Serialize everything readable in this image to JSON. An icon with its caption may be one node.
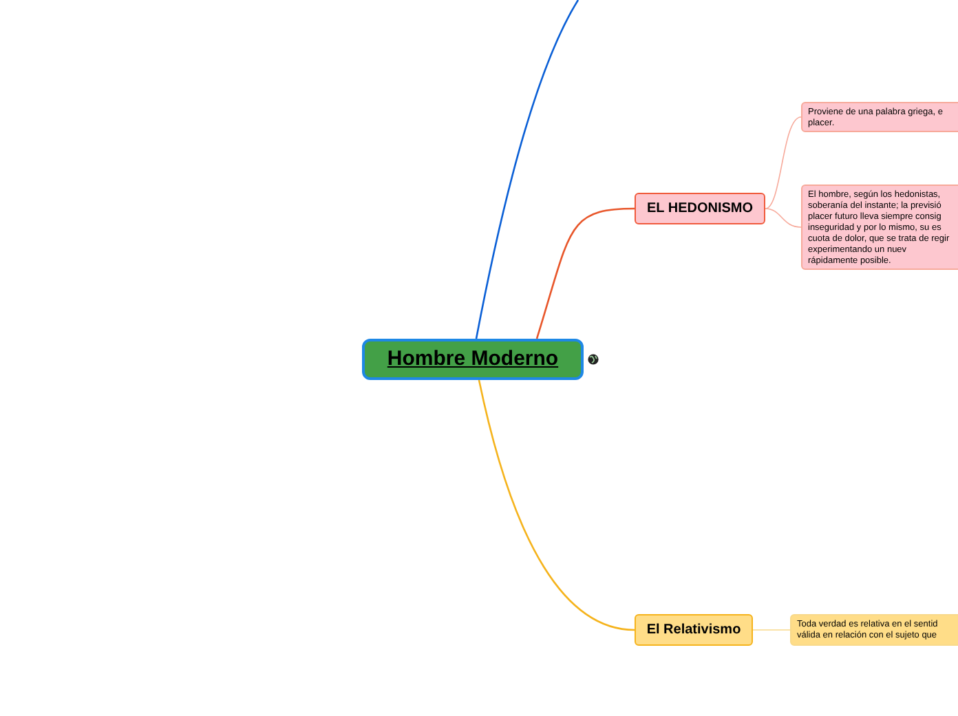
{
  "diagram": {
    "nodes": [
      {
        "text": [
          "Hombre Moderno"
        ]
      },
      {
        "text": [
          "EL HEDONISMO"
        ]
      },
      {
        "text": [
          "Proviene de una palabra griega, e placer."
        ]
      },
      {
        "text": [
          "El hombre, según los hedonistas, soberanía del instante; la previsió placer futuro lleva siempre consig inseguridad y por lo mismo, su es cuota de dolor, que se trata de regir experimentando un nuev rápidamente posible."
        ]
      },
      {
        "text": [
          "El Relativismo"
        ]
      },
      {
        "text": [
          "Toda verdad es relativa en el sentid válida en relación con el sujeto que"
        ]
      }
    ],
    "edges": [
      {
        "from": 0,
        "to": null,
        "arrow": "none",
        "color": "#0a5fd6"
      },
      {
        "from": 0,
        "to": 1,
        "arrow": "none",
        "color": "#e8562a"
      },
      {
        "from": 1,
        "to": 2,
        "arrow": "none",
        "color": "#f7a99a"
      },
      {
        "from": 1,
        "to": 3,
        "arrow": "none",
        "color": "#f7a99a"
      },
      {
        "from": 0,
        "to": 4,
        "arrow": "none",
        "color": "#f5b31c"
      },
      {
        "from": 4,
        "to": 5,
        "arrow": "none",
        "color": "#f8d98a"
      }
    ]
  }
}
